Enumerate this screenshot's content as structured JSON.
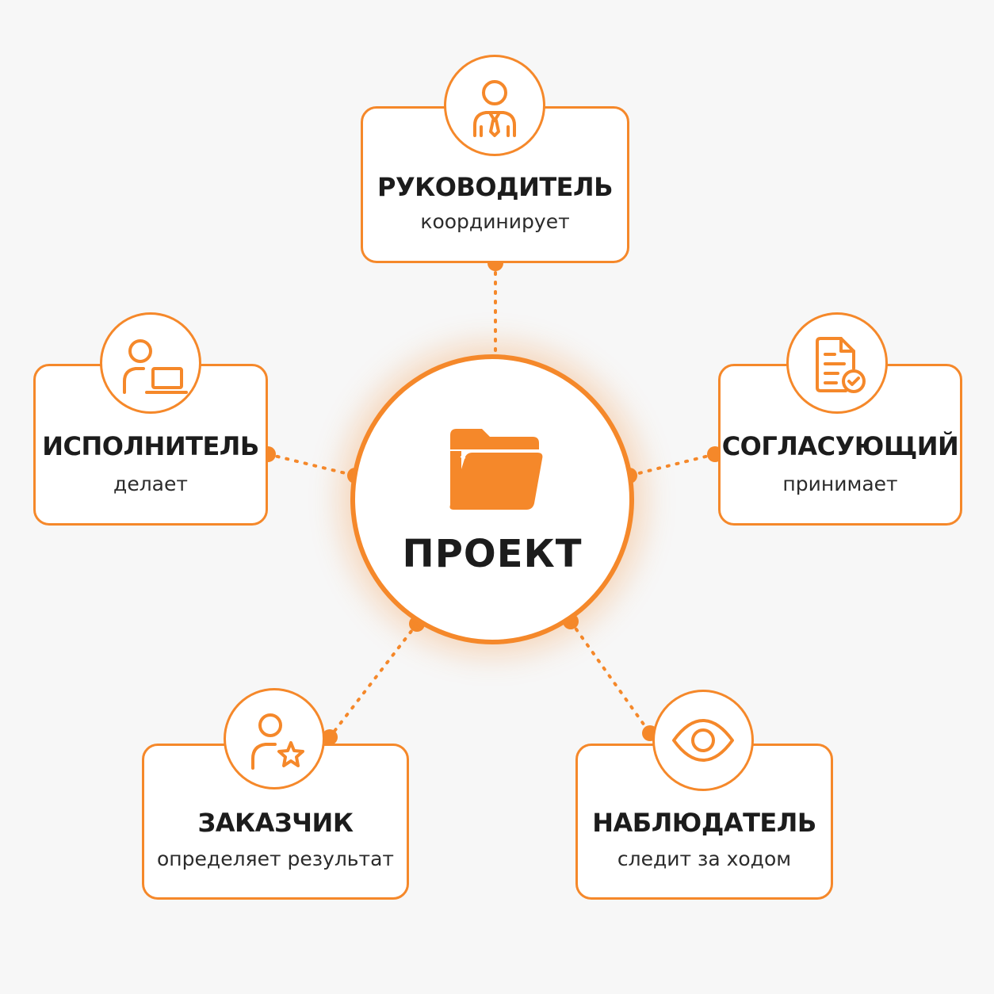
{
  "center": {
    "title": "ПРОЕКТ",
    "icon": "folder-icon"
  },
  "roles": {
    "manager": {
      "title": "РУКОВОДИТЕЛЬ",
      "subtitle": "координирует",
      "icon": "manager-tie-icon"
    },
    "executor": {
      "title": "ИСПОЛНИТЕЛЬ",
      "subtitle": "делает",
      "icon": "person-laptop-icon"
    },
    "approver": {
      "title": "СОГЛАСУЮЩИЙ",
      "subtitle": "принимает",
      "icon": "document-check-icon"
    },
    "customer": {
      "title": "ЗАКАЗЧИК",
      "subtitle": "определяет результат",
      "icon": "person-star-icon"
    },
    "observer": {
      "title": "НАБЛЮДАТЕЛЬ",
      "subtitle": "следит за ходом",
      "icon": "eye-icon"
    }
  },
  "colors": {
    "accent": "#f5882a",
    "text": "#1c1c1c",
    "background": "#f7f7f7"
  }
}
